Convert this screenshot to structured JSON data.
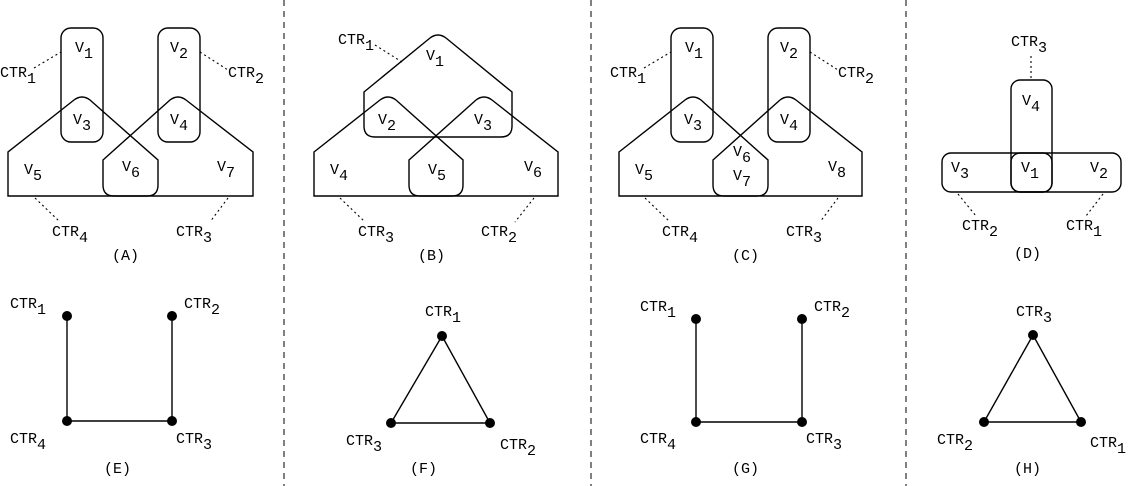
{
  "panels": {
    "A": {
      "caption": "(A)",
      "vars": {
        "v1": [
          "V",
          "1"
        ],
        "v2": [
          "V",
          "2"
        ],
        "v3": [
          "V",
          "3"
        ],
        "v4": [
          "V",
          "4"
        ],
        "v5": [
          "V",
          "5"
        ],
        "v6": [
          "V",
          "6"
        ],
        "v7": [
          "V",
          "7"
        ]
      },
      "ctr": {
        "c1": [
          "CTR",
          "1"
        ],
        "c2": [
          "CTR",
          "2"
        ],
        "c3": [
          "CTR",
          "3"
        ],
        "c4": [
          "CTR",
          "4"
        ]
      }
    },
    "B": {
      "caption": "(B)",
      "vars": {
        "v1": [
          "V",
          "1"
        ],
        "v2": [
          "V",
          "2"
        ],
        "v3": [
          "V",
          "3"
        ],
        "v4": [
          "V",
          "4"
        ],
        "v5": [
          "V",
          "5"
        ],
        "v6": [
          "V",
          "6"
        ]
      },
      "ctr": {
        "c1": [
          "CTR",
          "1"
        ],
        "c2": [
          "CTR",
          "2"
        ],
        "c3": [
          "CTR",
          "3"
        ]
      }
    },
    "C": {
      "caption": "(C)",
      "vars": {
        "v1": [
          "V",
          "1"
        ],
        "v2": [
          "V",
          "2"
        ],
        "v3": [
          "V",
          "3"
        ],
        "v4": [
          "V",
          "4"
        ],
        "v5": [
          "V",
          "5"
        ],
        "v6": [
          "V",
          "6"
        ],
        "v7": [
          "V",
          "7"
        ],
        "v8": [
          "V",
          "8"
        ]
      },
      "ctr": {
        "c1": [
          "CTR",
          "1"
        ],
        "c2": [
          "CTR",
          "2"
        ],
        "c3": [
          "CTR",
          "3"
        ],
        "c4": [
          "CTR",
          "4"
        ]
      }
    },
    "D": {
      "caption": "(D)",
      "vars": {
        "v1": [
          "V",
          "1"
        ],
        "v2": [
          "V",
          "2"
        ],
        "v3": [
          "V",
          "3"
        ],
        "v4": [
          "V",
          "4"
        ]
      },
      "ctr": {
        "c1": [
          "CTR",
          "1"
        ],
        "c2": [
          "CTR",
          "2"
        ],
        "c3": [
          "CTR",
          "3"
        ]
      }
    },
    "E": {
      "caption": "(E)",
      "ctr": {
        "c1": [
          "CTR",
          "1"
        ],
        "c2": [
          "CTR",
          "2"
        ],
        "c3": [
          "CTR",
          "3"
        ],
        "c4": [
          "CTR",
          "4"
        ]
      }
    },
    "F": {
      "caption": "(F)",
      "ctr": {
        "c1": [
          "CTR",
          "1"
        ],
        "c2": [
          "CTR",
          "2"
        ],
        "c3": [
          "CTR",
          "3"
        ]
      }
    },
    "G": {
      "caption": "(G)",
      "ctr": {
        "c1": [
          "CTR",
          "1"
        ],
        "c2": [
          "CTR",
          "2"
        ],
        "c3": [
          "CTR",
          "3"
        ],
        "c4": [
          "CTR",
          "4"
        ]
      }
    },
    "H": {
      "caption": "(H)",
      "ctr": {
        "c1": [
          "CTR",
          "1"
        ],
        "c2": [
          "CTR",
          "2"
        ],
        "c3": [
          "CTR",
          "3"
        ]
      }
    }
  }
}
